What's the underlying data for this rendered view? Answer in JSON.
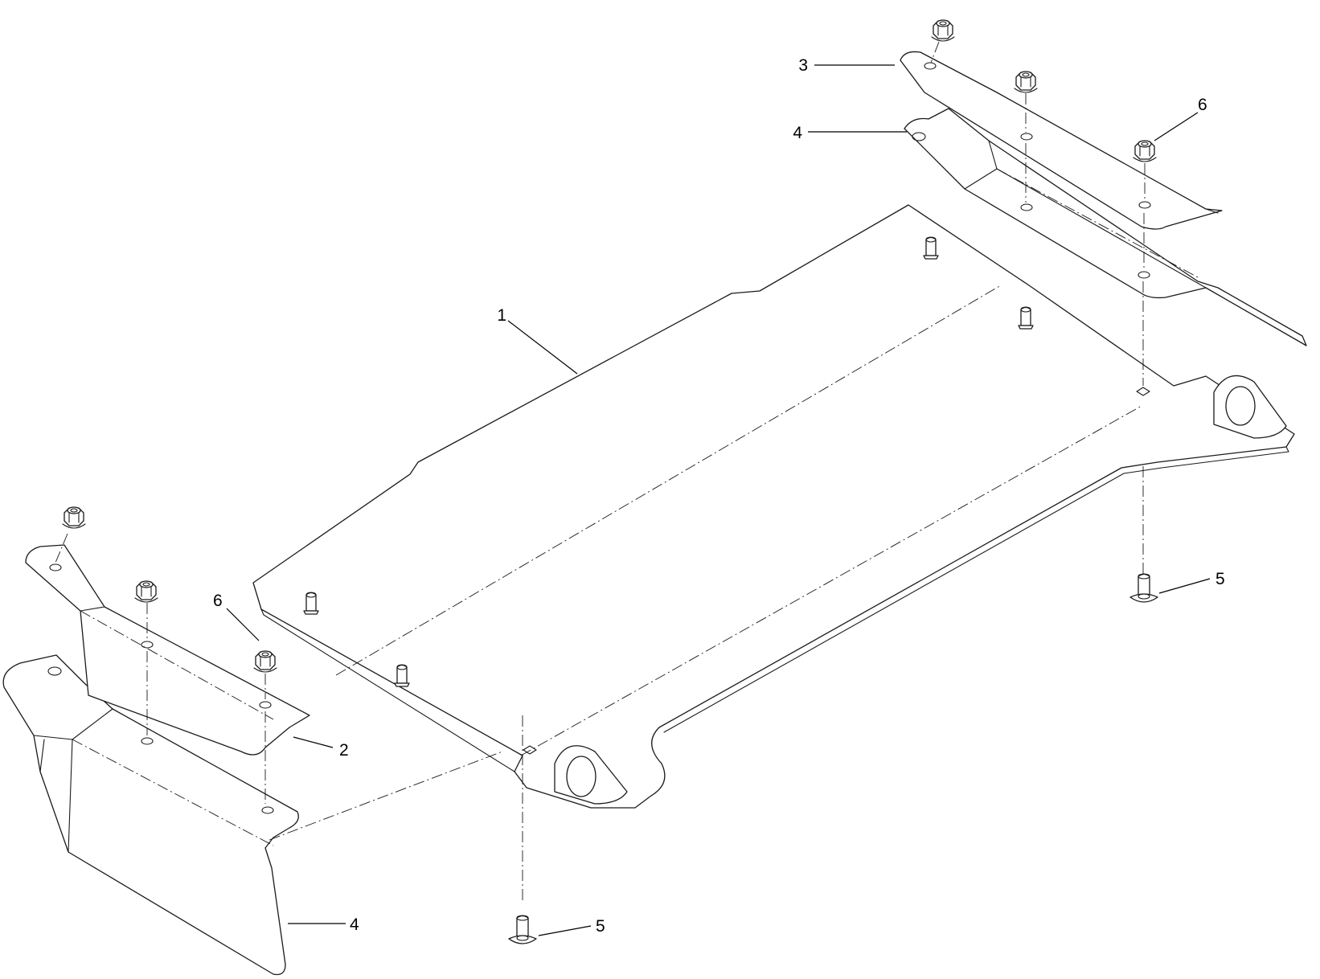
{
  "callouts": {
    "c1": "1",
    "c2": "2",
    "c3": "3",
    "c4_upper": "4",
    "c4_lower": "4",
    "c5_right": "5",
    "c5_bottom": "5",
    "c6_right": "6",
    "c6_left": "6"
  },
  "colors": {
    "line": "#1a1a1a",
    "background": "#ffffff"
  }
}
